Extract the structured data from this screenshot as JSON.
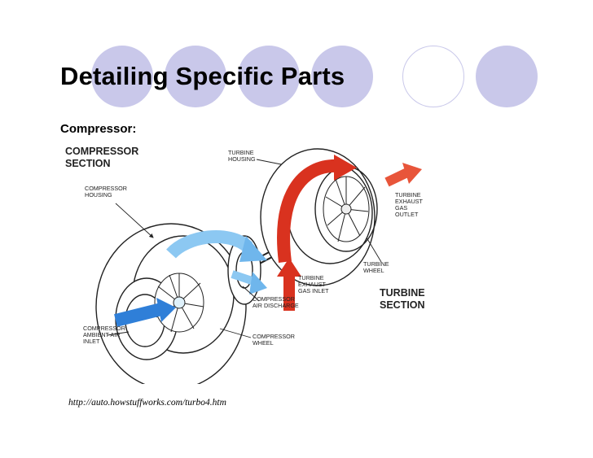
{
  "slide": {
    "title": "Detailing Specific Parts",
    "subtitle": "Compressor:",
    "source": "http://auto.howstuffworks.com/turbo4.htm"
  },
  "diagram": {
    "compressor_section": [
      "COMPRESSOR",
      "SECTION"
    ],
    "turbine_section": [
      "TURBINE",
      "SECTION"
    ],
    "turbine_housing": [
      "TURBINE",
      "HOUSING"
    ],
    "compressor_housing": [
      "COMPRESSOR",
      "HOUSING"
    ],
    "turbine_exhaust_gas_outlet": [
      "TURBINE",
      "EXHAUST",
      "GAS",
      "OUTLET"
    ],
    "turbine_wheel": [
      "TURBINE",
      "WHEEL"
    ],
    "turbine_exhaust_gas_inlet": [
      "TURBINE",
      "EXHAUST",
      "GAS INLET"
    ],
    "compressor_air_discharge": [
      "COMPRESSOR",
      "AIR DISCHARGE"
    ],
    "compressor_ambient_air_inlet": [
      "COMPRESSOR",
      "AMBIENT AIR",
      "INLET"
    ],
    "compressor_wheel": [
      "COMPRESSOR",
      "WHEEL"
    ]
  },
  "colors": {
    "decor_circle": "#c9c8ea",
    "hot_flow": "#d9321f",
    "cold_flow": "#2f7fd8",
    "cold_flow_light": "#8cc8f2"
  }
}
